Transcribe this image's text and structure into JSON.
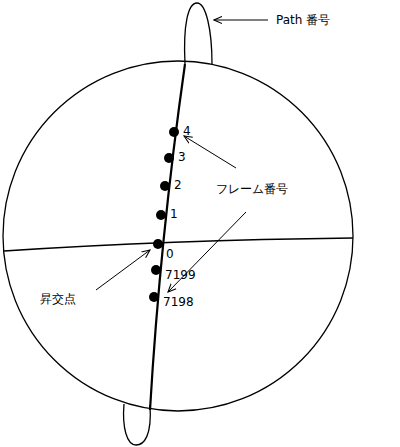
{
  "diagram": {
    "labels": [
      "Path 番号",
      "4",
      "3",
      "2",
      "フレーム番号",
      "1",
      "0",
      "昇交点",
      "7199",
      "7198"
    ]
  }
}
